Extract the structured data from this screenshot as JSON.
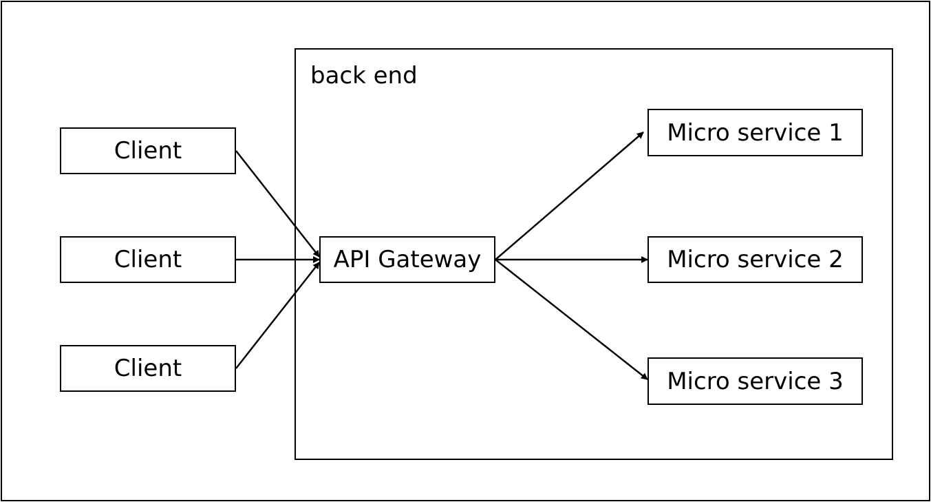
{
  "container": {
    "label": "back end"
  },
  "nodes": {
    "clients": [
      {
        "label": "Client"
      },
      {
        "label": "Client"
      },
      {
        "label": "Client"
      }
    ],
    "gateway": {
      "label": "API Gateway"
    },
    "services": [
      {
        "label": "Micro service 1"
      },
      {
        "label": "Micro service 2"
      },
      {
        "label": "Micro service 3"
      }
    ]
  },
  "edges": [
    {
      "from": "clients.0",
      "to": "gateway"
    },
    {
      "from": "clients.1",
      "to": "gateway"
    },
    {
      "from": "clients.2",
      "to": "gateway"
    },
    {
      "from": "gateway",
      "to": "services.0"
    },
    {
      "from": "gateway",
      "to": "services.1"
    },
    {
      "from": "gateway",
      "to": "services.2"
    }
  ],
  "colors": {
    "stroke": "#000000",
    "background": "#ffffff"
  }
}
